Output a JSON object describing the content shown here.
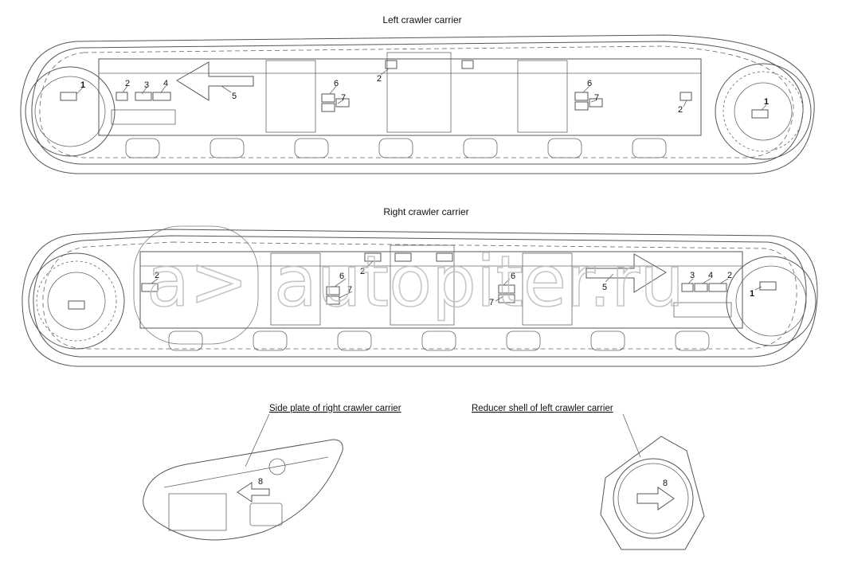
{
  "titles": {
    "left_carrier": "Left crawler carrier",
    "right_carrier": "Right crawler carrier",
    "side_plate": "Side plate of right crawler carrier",
    "reducer_shell": "Reducer shell of left crawler carrier"
  },
  "callouts": {
    "n1": "1",
    "n2": "2",
    "n3": "3",
    "n4": "4",
    "n5": "5",
    "n6": "6",
    "n7": "7",
    "n8": "8"
  },
  "watermark": {
    "text": "autopiter.ru",
    "logo": "a>"
  },
  "colors": {
    "stroke": "#555555",
    "watermark": "#bdbdbd",
    "background": "#ffffff"
  }
}
